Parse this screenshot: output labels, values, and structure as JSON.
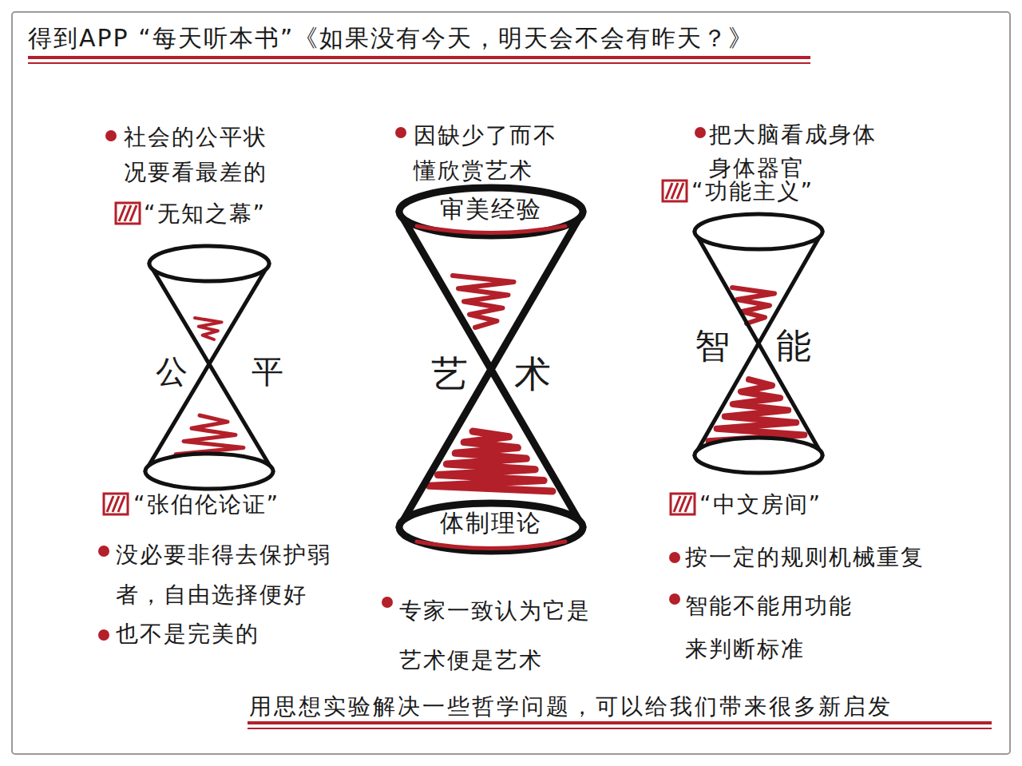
{
  "diagram": {
    "title": "得到APP “每天听本书”《如果没有今天，明天会不会有昨天？》",
    "caption": "用思想实验解决一些哲学问题，可以给我们带来很多新启发",
    "nodes": [
      {
        "text": [
          "公平"
        ]
      },
      {
        "text": [
          "审美经验",
          "艺术",
          "体制理论"
        ]
      },
      {
        "text": [
          "智能"
        ]
      }
    ],
    "labels": [
      "社会的公平状 况要看最差的",
      "“无知之幕”",
      "“张伯伦论证”",
      "没必要非得去保护弱 者，自由选择便好",
      "也不是完美的",
      "因缺少了而不 懂欣赏艺术",
      "专家一致认为它是 艺术便是艺术",
      "把大脑看成身体 身体器官",
      "“功能主义”",
      "“中文房间”",
      "按一定的规则机械重复",
      "智能不能用功能 来判断标准"
    ]
  }
}
